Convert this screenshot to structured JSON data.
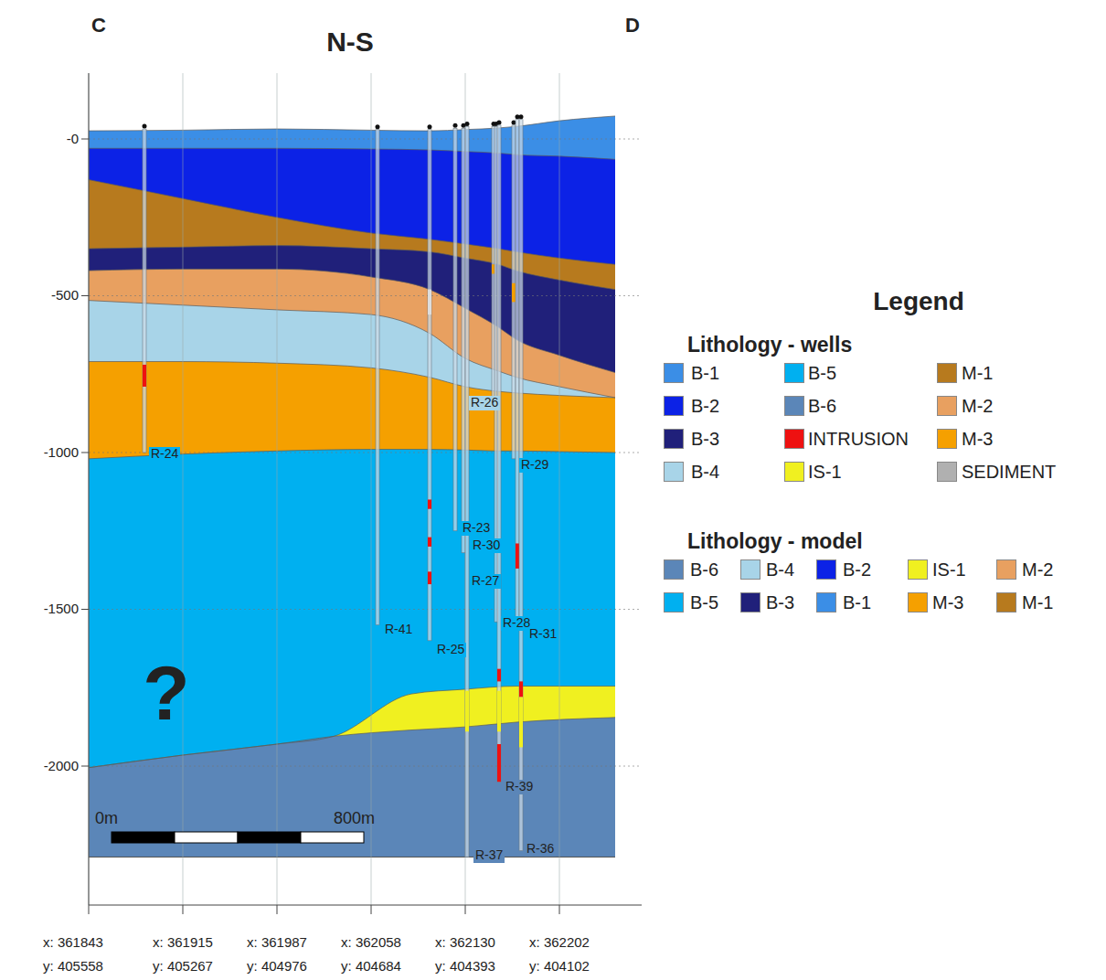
{
  "diagram": {
    "title": "N-S",
    "labels": [
      "C",
      "D",
      "-0",
      "-500",
      "-1000",
      "-1500",
      "-2000",
      "R-24",
      "R-26",
      "R-29",
      "R-23",
      "R-30",
      "R-27",
      "R-41",
      "R-25",
      "R-28",
      "R-31",
      "R-39",
      "R-37",
      "R-36",
      "?",
      "0m",
      "800m",
      "x: 361843",
      "x: 361915",
      "x: 361987",
      "x: 362058",
      "x: 362130",
      "x: 362202",
      "y: 405558",
      "y: 405267",
      "y: 404976",
      "y: 404684",
      "y: 404393",
      "y: 404102",
      "Legend",
      "Lithology - wells",
      "Lithology - model"
    ],
    "legend": [
      {
        "text": "B-1",
        "color": "#3b8ee6"
      },
      {
        "text": "B-5",
        "color": "#00b0f0"
      },
      {
        "text": "M-1",
        "color": "#b77a1e"
      },
      {
        "text": "B-2",
        "color": "#0c22e6"
      },
      {
        "text": "B-6",
        "color": "#5b86b8"
      },
      {
        "text": "M-2",
        "color": "#e8a060"
      },
      {
        "text": "B-3",
        "color": "#20207a"
      },
      {
        "text": "INTRUSION",
        "color": "#ee1111"
      },
      {
        "text": "M-3",
        "color": "#f5a000"
      },
      {
        "text": "B-4",
        "color": "#a8d4e8"
      },
      {
        "text": "IS-1",
        "color": "#f0f020"
      },
      {
        "text": "SEDIMENT",
        "color": "#b0b0b0"
      },
      {
        "text": "B-6",
        "color": "#5b86b8"
      },
      {
        "text": "B-4",
        "color": "#a8d4e8"
      },
      {
        "text": "B-2",
        "color": "#0c22e6"
      },
      {
        "text": "IS-1",
        "color": "#f0f020"
      },
      {
        "text": "M-2",
        "color": "#e8a060"
      },
      {
        "text": "B-5",
        "color": "#00b0f0"
      },
      {
        "text": "B-3",
        "color": "#20207a"
      },
      {
        "text": "B-1",
        "color": "#3b8ee6"
      },
      {
        "text": "M-3",
        "color": "#f5a000"
      },
      {
        "text": "M-1",
        "color": "#b77a1e"
      }
    ]
  }
}
